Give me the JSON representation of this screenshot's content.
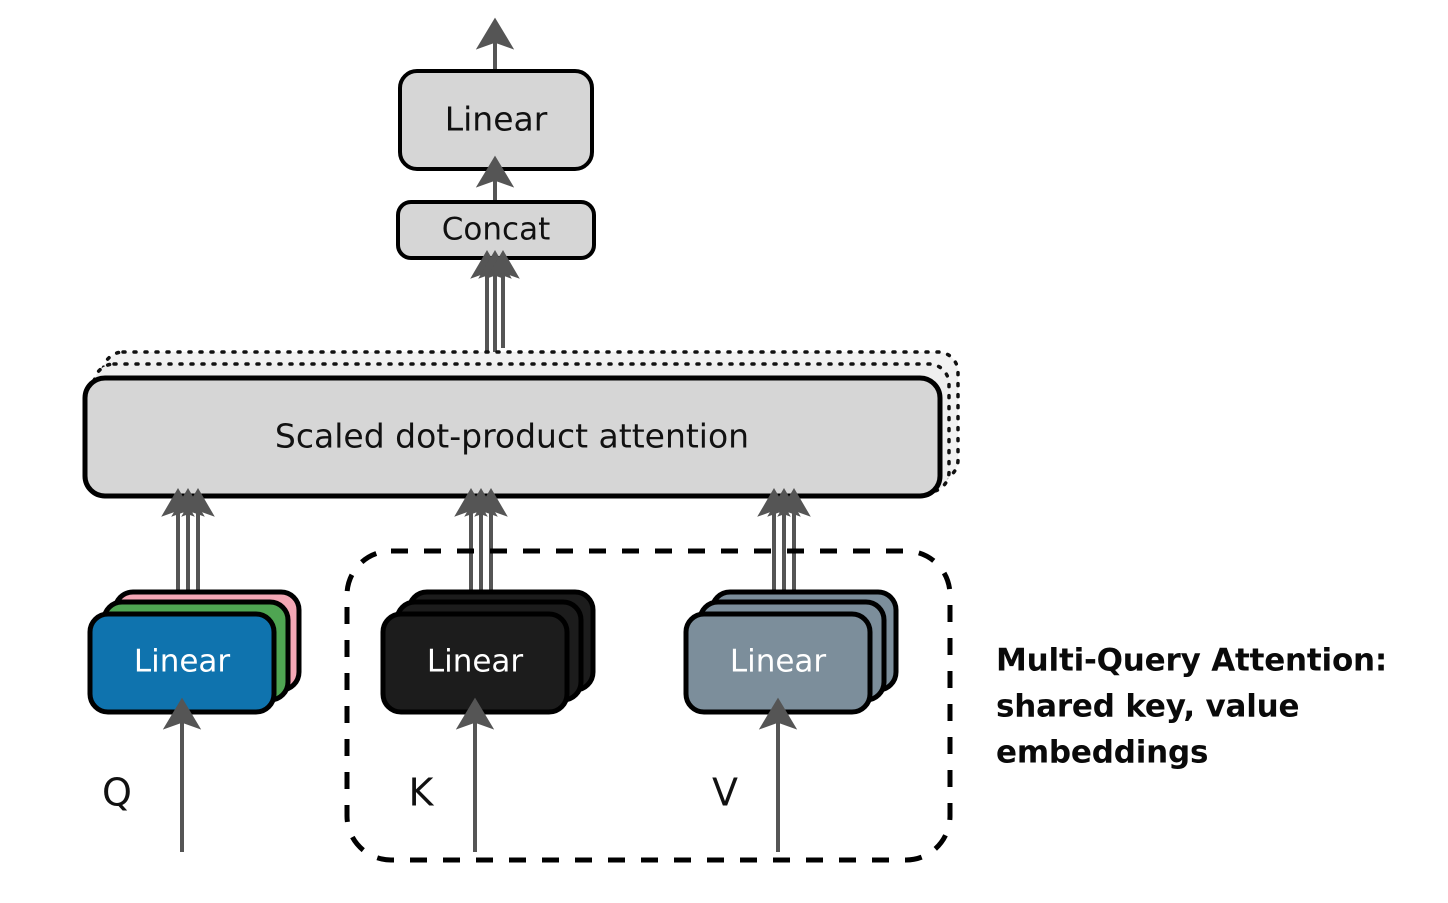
{
  "diagram": {
    "title": "Multi-Query Attention",
    "background_color": "#ffffff",
    "blocks": {
      "output_linear": {
        "label": "Linear",
        "fill": "#d6d6d6",
        "stroke": "#000000"
      },
      "concat": {
        "label": "Concat",
        "fill": "#d6d6d6",
        "stroke": "#000000"
      },
      "attention": {
        "label": "Scaled dot-product attention",
        "fill": "#d6d6d6",
        "stroke": "#000000",
        "stacked_copies": 2,
        "copy_style": "dotted"
      },
      "query_linear": {
        "label": "Linear",
        "fill": "#0f73ae",
        "text_color": "#ffffff",
        "stack_colors": [
          "#f4a7b5",
          "#4fa552",
          "#0f73ae"
        ],
        "stack_count": 3
      },
      "key_linear": {
        "label": "Linear",
        "fill": "#1c1c1c",
        "text_color": "#ffffff",
        "stack_colors": [
          "#1c1c1c",
          "#1c1c1c",
          "#1c1c1c"
        ],
        "stack_count": 3
      },
      "value_linear": {
        "label": "Linear",
        "fill": "#7c8e9b",
        "text_color": "#ffffff",
        "stack_colors": [
          "#7c8e9b",
          "#7c8e9b",
          "#7c8e9b"
        ],
        "stack_count": 3
      }
    },
    "io_labels": {
      "query": "Q",
      "key": "K",
      "value": "V"
    },
    "annotation": {
      "lines": [
        "Multi-Query Attention:",
        "shared key, value",
        "embeddings"
      ],
      "color": "#0a0a0a"
    },
    "shared_group": {
      "style": "dashed",
      "stroke": "#000000",
      "members": [
        "K",
        "V"
      ]
    },
    "arrow_color": "#555555",
    "arrow_bundles": {
      "query_to_attention": 3,
      "key_to_attention": 3,
      "value_to_attention": 3,
      "attention_to_concat": 3
    }
  }
}
